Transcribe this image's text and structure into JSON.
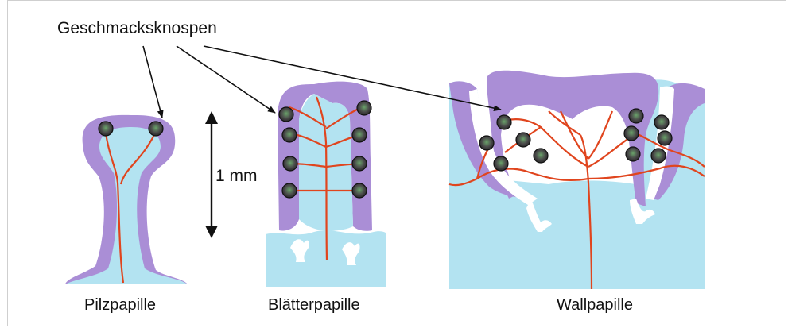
{
  "title_label": "Geschmacksknospen",
  "scale_label": "1 mm",
  "papillae": [
    {
      "name": "Pilzpapille"
    },
    {
      "name": "Blätterpapille"
    },
    {
      "name": "Wallpapille"
    }
  ],
  "colors": {
    "epithelium": "#aa8ed6",
    "tissue": "#b3e3f1",
    "nerve": "#e0451e",
    "bud_dark": "#2b2b2b"
  }
}
